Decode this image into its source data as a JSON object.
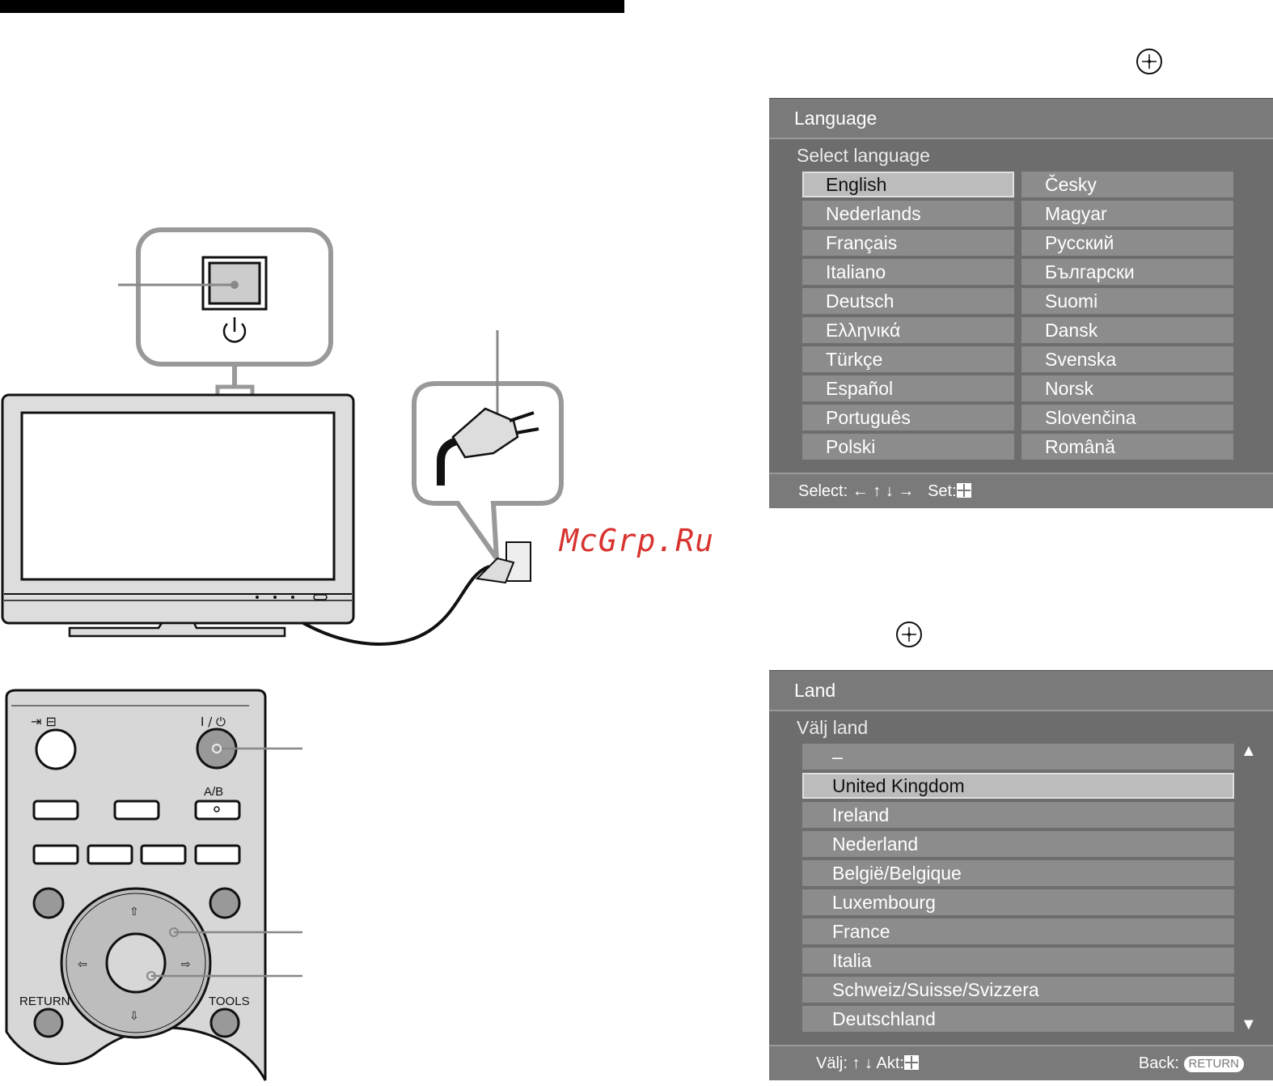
{
  "remote": {
    "return_label": "RETURN",
    "tools_label": "TOOLS",
    "ab_label": "A/B",
    "power_label": "I / ⏻"
  },
  "watermark": "McGrp.Ru",
  "language_panel": {
    "title": "Language",
    "subtitle": "Select language",
    "selected": "English",
    "left_column": [
      "English",
      "Nederlands",
      "Français",
      "Italiano",
      "Deutsch",
      "Ελληνικά",
      "Türkçe",
      "Español",
      "Português",
      "Polski"
    ],
    "right_column": [
      "Česky",
      "Magyar",
      "Русский",
      "Български",
      "Suomi",
      "Dansk",
      "Svenska",
      "Norsk",
      "Slovenčina",
      "Română"
    ],
    "footer_select": "Select:",
    "footer_arrows": "← ↑ ↓ →",
    "footer_set": "Set:"
  },
  "country_panel": {
    "title": "Land",
    "subtitle": "Välj land",
    "selected": "United Kingdom",
    "items": [
      "–",
      "United Kingdom",
      "Ireland",
      "Nederland",
      "België/Belgique",
      "Luxembourg",
      "France",
      "Italia",
      "Schweiz/Suisse/Svizzera",
      "Deutschland"
    ],
    "footer_select": "Välj:",
    "footer_arrows": "↑ ↓",
    "footer_set": "Akt:",
    "footer_back": "Back:",
    "footer_return": "RETURN",
    "scroll_up": "▲",
    "scroll_down": "▼"
  },
  "icons": {
    "enter_button_hint": "enter-circle-icon",
    "power_symbol": "power-icon",
    "plug": "plug-icon"
  }
}
